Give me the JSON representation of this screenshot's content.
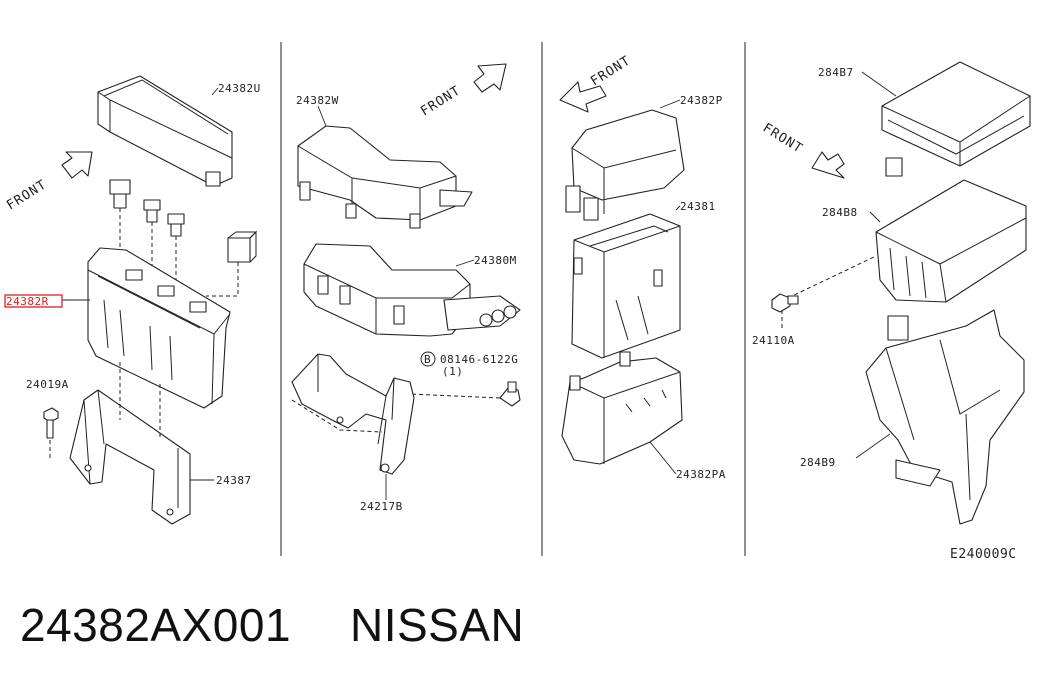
{
  "caption": {
    "part_number": "24382AX001",
    "brand": "NISSAN"
  },
  "diagram_code": "E240009C",
  "front_label": "FRONT",
  "panels": [
    {
      "labels": [
        "24382U",
        "24382R",
        "24019A",
        "24387"
      ],
      "highlighted": "24382R",
      "highlight_color": "#e02020"
    },
    {
      "labels": [
        "24382W",
        "24380M",
        "08146-6122G",
        "(1)",
        "24217B"
      ],
      "bolt_symbol": "B"
    },
    {
      "labels": [
        "24382P",
        "24381",
        "24382PA"
      ]
    },
    {
      "labels": [
        "284B7",
        "284B8",
        "24110A",
        "284B9"
      ]
    }
  ]
}
